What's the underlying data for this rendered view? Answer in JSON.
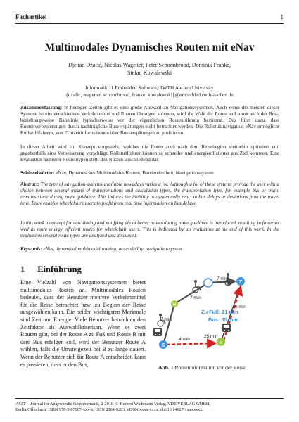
{
  "header": {
    "section": "Fachartikel",
    "page_number": "1"
  },
  "title": "Multimodales Dynamisches Routen mit eNav",
  "authors": {
    "line1": "Djenan Džafić, Nicolas Wagener, Peter Schoonbrood, Dominik Franke,",
    "line2": "Stefan Kowalewski"
  },
  "affiliation": {
    "line1": "Informatik 11 Embedded Software, RWTH Aachen University",
    "line2": "{dzafic, wagener, schoonbrood, franke, kowalewski}@embedded.rwth-aachen.de"
  },
  "abstract_de": {
    "label": "Zusammenfassung:",
    "p1": "In heutigen Zeiten gibt es eine große Auswahl an Navigationssystemen. Auch wenn die meisten dieser Systeme bereits verschiedene Verkehrsmittel und Routenführungen anbieten, wird die Wahl der Route und somit auch der Bus-, beziehungsweise Bahnlinie typischerweise vor der eigentlichen Routenführung bestimmt. Das führt dazu, dass Routenverbesserungen durch nachträgliche Busverspätungen nicht betrachtet werden. Die Rollstuhlnavigation eNav ermöglicht Rollstuhlfahrern, von Echtzeitinformationen über Busverspätungen zu profitieren.",
    "p2": "In dieser Arbeit wird ein Konzept vorgestellt, welches die Route auch nach dem Reisebeginn weiterhin optimiert und gegebenfalls eine Verbesserung vorschlägt. Rollstuhlfahrer können so schneller und energieeffizienter ans Ziel kommen. Eine Evaluation mehrerer Routentypen stellt den Nutzen abschließend dar."
  },
  "keywords_de": {
    "label": "Schüsselwörter:",
    "text": "eNav, Dynamisches Multimodales Routen, Barrierefreiheit, Navigationssystem"
  },
  "abstract_en": {
    "label": "Abstract:",
    "p1": "The type of navigation-systems available nowadays varies a lot. Although a lot of these systems provide the user with a choice between several means of transportations and calculation types, the transportation type, for example bus or train, remains static during route guidance. This induces the inability to dynamically react to bus delays or deviations from the travel time. Enav enables wheelchairs users to profit from real time information on bus delays.",
    "p2": "In this work a concept for calculating and notifying about better routes during route guidance is introduced, resulting in faster as well as more energy efficient routes for wheelchair users. This is indicated by an evaluation at the end of this work. In the evaluation several route types are analyzed and discussed."
  },
  "keywords_en": {
    "label": "Keywords:",
    "text": "eNav, dynamical multimodal routing, accessibility, navigation-system"
  },
  "section1": {
    "number": "1",
    "title": "Einführung",
    "body": "Eine Vielzahl von Navigationssystemen bietet multimodales Routen an. Multimodales Routen bedeutet, dass der Benutzer mehrere Verkehrsmittel für die Reise betrachtet bzw. zu Beginn der Reise ausgewählen kann. Die beiden wichtigsten Merkmale sind Zeit und Energie. Viele Benutzer betrachten den Zeitfaktor als Auswahlkriterium. Wenn es zwei Routen gibt, bei der Route A zu Fuß und Route B mit dem Bus erfolgen soll, wird der Benutzer Route A wählen, falls die Umsteigezeit bei B zu lange dauert. Wenn der Benutzer sich für Route A entscheidet, kann es passieren, dass er den Bus,"
  },
  "figure": {
    "edge_labels": [
      "7 min",
      "6 min",
      "7 min",
      "7 min",
      "4 min",
      "25 min"
    ],
    "summary_foot": "Zu Fuß: 21 min",
    "summary_bus": "Bus: 35 min",
    "node_start": "S",
    "node_goal": "Z",
    "node_stop": "H",
    "caption_label": "Abb. 1",
    "caption_text": "Routeninformation vor der Reise",
    "colors": {
      "node_blue": "#3d8fe0",
      "stop_green": "#9ccc3c",
      "bus_red": "#d32020",
      "path_gray": "#4a4a4a"
    }
  },
  "footer": {
    "line1": "AGIT – Journal für Angewandte Geoinformatik, 2-2016. © Herbert Wichmann Verlag, VDE VERLAG GMBH,",
    "line2": "Berlin/Offenbach. ISBN 978-3-87907-xxx-x, ISSN 2364-9283, eISSN xxxx-xxxx, doi:10.14627/xxxxxxxx."
  }
}
